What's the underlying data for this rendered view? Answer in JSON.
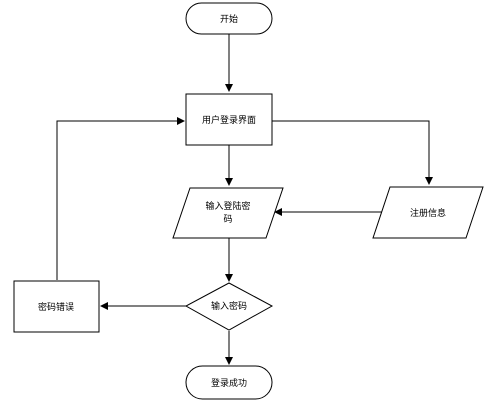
{
  "nodes": {
    "start": {
      "label": "开始"
    },
    "login_ui": {
      "label": "用户登录界面"
    },
    "input_login_line1": {
      "label": "输入登陆密"
    },
    "input_login_line2": {
      "label": "码"
    },
    "register_info": {
      "label": "注册信息"
    },
    "password_error": {
      "label": "密码错误"
    },
    "check_password": {
      "label": "输入密码"
    },
    "login_success": {
      "label": "登录成功"
    }
  },
  "style": {
    "stroke": "#000000",
    "fill": "#ffffff",
    "text": "#000000"
  }
}
